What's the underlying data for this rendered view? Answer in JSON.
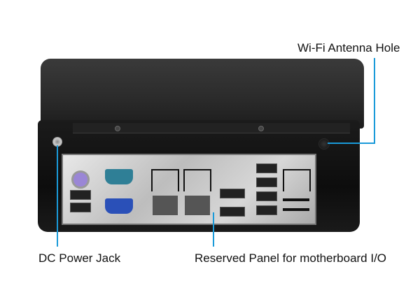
{
  "labels": {
    "wifi": "Wi-Fi Antenna Hole",
    "dc": "DC Power Jack",
    "io": "Reserved Panel for motherboard I/O"
  },
  "colors": {
    "callout": "#1a9ad9"
  }
}
